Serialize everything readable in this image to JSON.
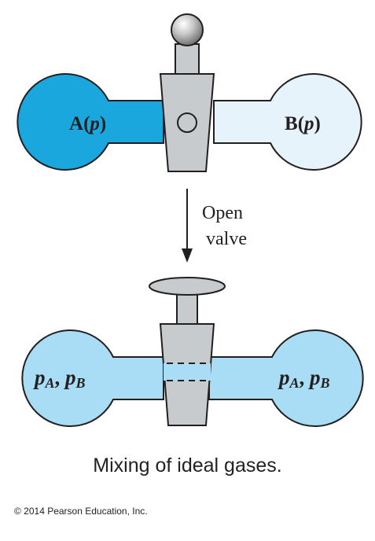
{
  "top": {
    "bulb_a": {
      "name": "A",
      "pressure": "p"
    },
    "bulb_b": {
      "name": "B",
      "pressure": "p"
    }
  },
  "arrow": {
    "line1": "Open",
    "line2": "valve"
  },
  "bottom": {
    "left": {
      "p1": "p",
      "s1": "A",
      "p2": "p",
      "s2": "B"
    },
    "right": {
      "p1": "p",
      "s1": "A",
      "p2": "p",
      "s2": "B"
    }
  },
  "caption": "Mixing of ideal gases.",
  "copyright": "© 2014 Pearson Education, Inc.",
  "colors": {
    "gas_a": "#1aa7de",
    "gas_b": "#e7f3fb",
    "mixed": "#a9dcf5",
    "valve": "#c8cbce",
    "outline": "#231f20"
  }
}
